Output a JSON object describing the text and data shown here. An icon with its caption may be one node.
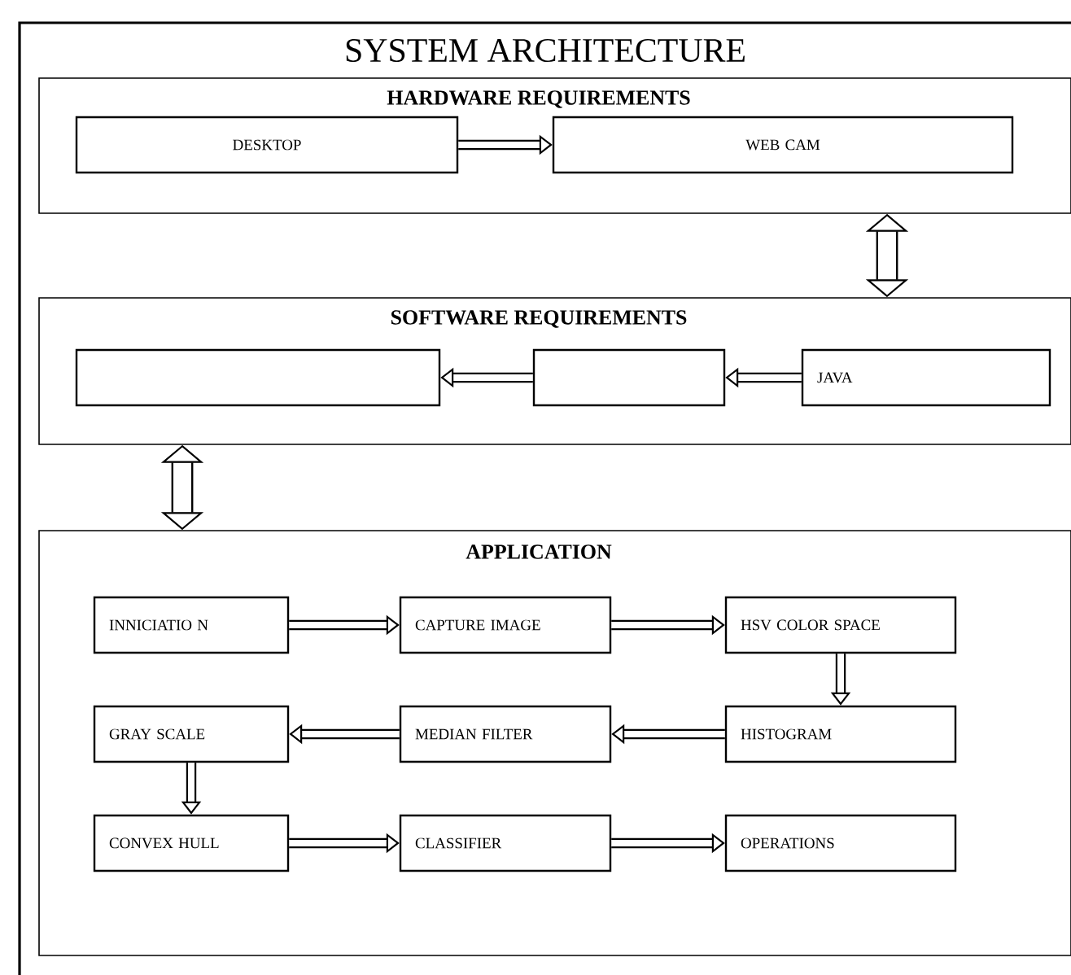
{
  "diagram": {
    "title": "SYSTEM ARCHITECTURE",
    "nodes": [
      {
        "text": [
          "HARDWARE REQUIREMENTS"
        ]
      },
      {
        "text": [
          "DESKTOP"
        ],
        "in": 0
      },
      {
        "text": [
          "WEB CAM"
        ],
        "in": 0
      },
      {
        "text": [
          "SOFTWARE REQUIREMENTS"
        ]
      },
      {
        "text": [],
        "shape": "box",
        "in": 3
      },
      {
        "text": [],
        "shape": "box",
        "in": 3
      },
      {
        "text": [
          "JAVA"
        ],
        "in": 3
      },
      {
        "text": [
          "APPLICATION"
        ]
      },
      {
        "text": [
          "INNICIATIO N"
        ],
        "in": 7
      },
      {
        "text": [
          "CAPTURE IMAGE"
        ],
        "in": 7
      },
      {
        "text": [
          "HSV COLOR SPACE"
        ],
        "in": 7
      },
      {
        "text": [
          "HISTOGRAM"
        ],
        "in": 7
      },
      {
        "text": [
          "MEDIAN FILTER"
        ],
        "in": 7
      },
      {
        "text": [
          "GRAY SCALE"
        ],
        "in": 7
      },
      {
        "text": [
          "CONVEX HULL"
        ],
        "in": 7
      },
      {
        "text": [
          "CLASSIFIER"
        ],
        "in": 7
      },
      {
        "text": [
          "OPERATIONS"
        ],
        "in": 7
      }
    ],
    "edges": [
      {
        "from": 1,
        "to": 2,
        "arrow": "to"
      },
      {
        "from": 0,
        "to": 3,
        "arrow": "both",
        "style": "thick"
      },
      {
        "from": 6,
        "to": 5,
        "arrow": "to"
      },
      {
        "from": 5,
        "to": 4,
        "arrow": "to"
      },
      {
        "from": 3,
        "to": 7,
        "arrow": "both",
        "style": "thick"
      },
      {
        "from": 8,
        "to": 9,
        "arrow": "to"
      },
      {
        "from": 9,
        "to": 10,
        "arrow": "to"
      },
      {
        "from": 10,
        "to": 11,
        "arrow": "to"
      },
      {
        "from": 11,
        "to": 12,
        "arrow": "to"
      },
      {
        "from": 12,
        "to": 13,
        "arrow": "to"
      },
      {
        "from": 13,
        "to": 14,
        "arrow": "to"
      },
      {
        "from": 14,
        "to": 15,
        "arrow": "to"
      },
      {
        "from": 15,
        "to": 16,
        "arrow": "to"
      }
    ]
  }
}
